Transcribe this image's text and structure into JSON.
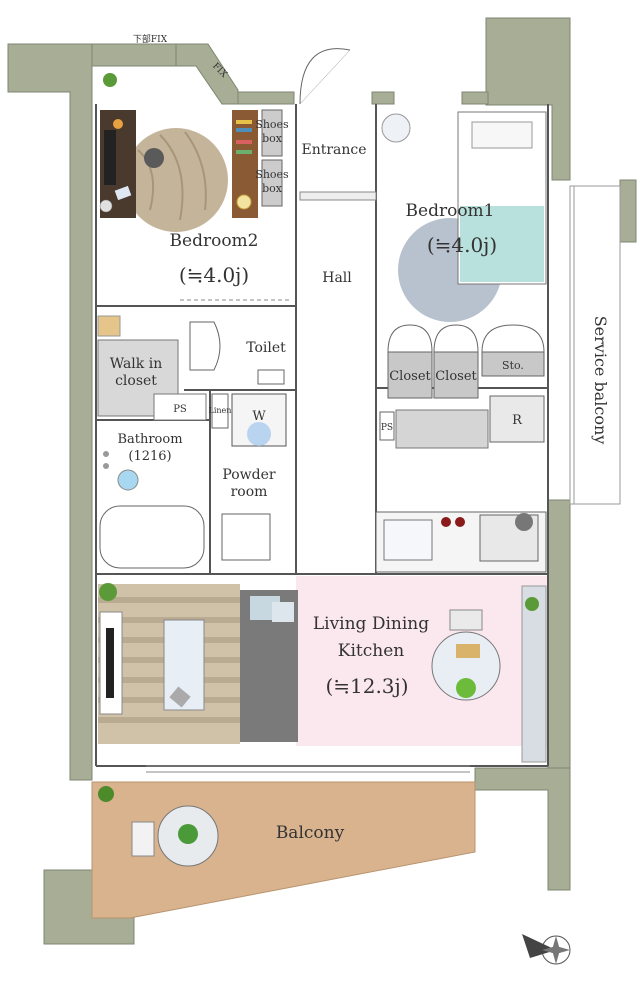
{
  "rooms": {
    "bedroom2": {
      "name": "Bedroom2",
      "size": "(≒4.0j)"
    },
    "bedroom1": {
      "name": "Bedroom1",
      "size": "(≒4.0j)"
    },
    "entrance": "Entrance",
    "hall": "Hall",
    "toilet": "Toilet",
    "walk_in_closet": {
      "line1": "Walk in",
      "line2": "closet"
    },
    "bathroom": {
      "name": "Bathroom",
      "size": "(1216)"
    },
    "powder_room": {
      "line1": "Powder",
      "line2": "room"
    },
    "ldk": {
      "line1": "Living Dining",
      "line2": "Kitchen",
      "size": "(≒12.3j)"
    },
    "balcony": "Balcony",
    "service_balcony": "Service balcony"
  },
  "fixtures": {
    "shoes_box_1": {
      "line1": "Shoes",
      "line2": "box"
    },
    "shoes_box_2": {
      "line1": "Shoes",
      "line2": "box"
    },
    "closet_1": "Closet",
    "closet_2": "Closet",
    "storage": "Sto.",
    "ps_1": "PS",
    "ps_2": "PS",
    "linen": "Linen",
    "washer": "W",
    "refrigerator": "R",
    "fix_1": "下部FIX",
    "fix_2": "FIX"
  },
  "colors": {
    "wall": "#a7ae95",
    "wall_dark": "#8e9680",
    "balcony_floor": "#d8b38e",
    "ldk_floor": "#fbe7ee",
    "rug": "#cfc2a8",
    "sofa": "#7a7a7a"
  }
}
